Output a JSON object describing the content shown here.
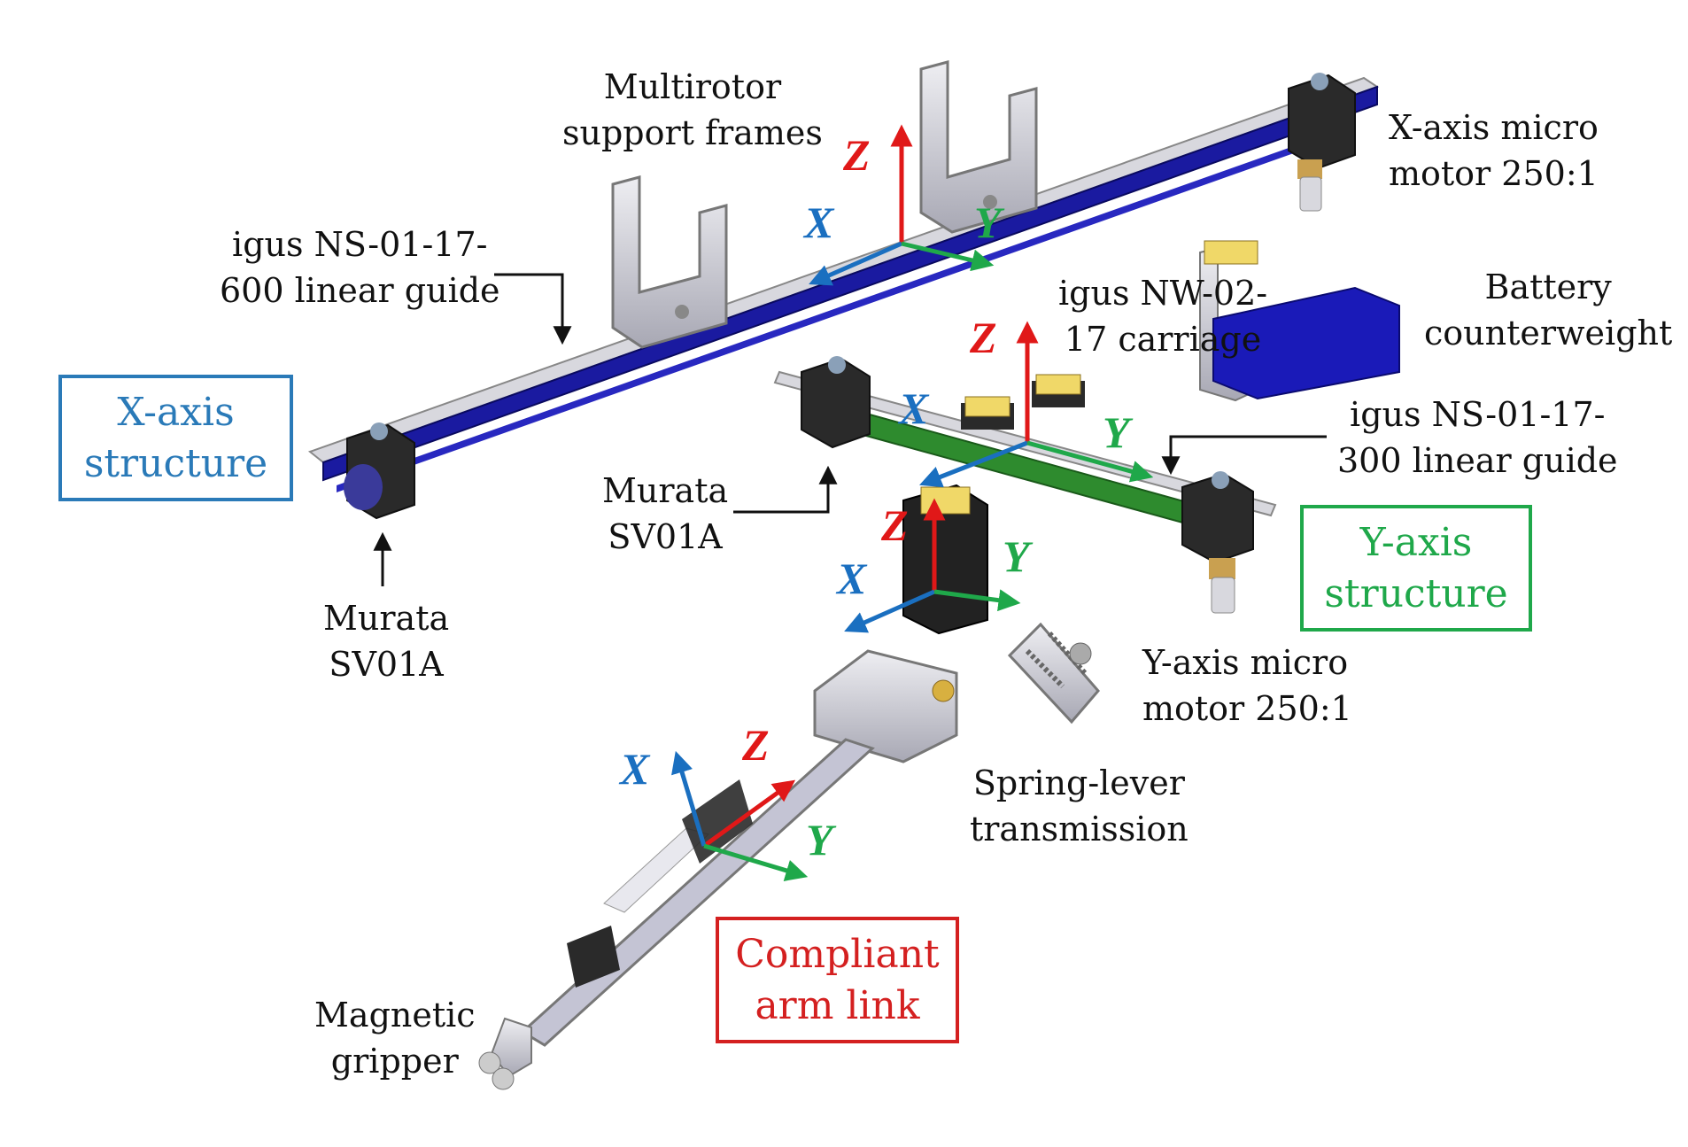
{
  "labels": {
    "multirotor": [
      "Multirotor",
      "support frames"
    ],
    "x_motor": [
      "X-axis micro",
      "motor 250:1"
    ],
    "guide600": [
      "igus NS-01-17-",
      "600 linear guide"
    ],
    "carriage": [
      "igus NW-02-",
      "17 carriage"
    ],
    "battery": [
      "Battery",
      "counterweight"
    ],
    "guide300": [
      "igus NS-01-17-",
      "300 linear guide"
    ],
    "murata_mid": [
      "Murata",
      "SV01A"
    ],
    "murata_left": [
      "Murata",
      "SV01A"
    ],
    "y_motor": [
      "Y-axis micro",
      "motor 250:1"
    ],
    "spring": [
      "Spring-lever",
      "transmission"
    ],
    "gripper": [
      "Magnetic",
      "gripper"
    ]
  },
  "boxes": {
    "x_structure": {
      "lines": [
        "X-axis",
        "structure"
      ],
      "color": "#2a7ab8"
    },
    "y_structure": {
      "lines": [
        "Y-axis",
        "structure"
      ],
      "color": "#1fa84a"
    },
    "arm_link": {
      "lines": [
        "Compliant",
        "arm link"
      ],
      "color": "#d42020"
    }
  },
  "axes": {
    "x": "X",
    "y": "Y",
    "z": "Z"
  },
  "colors": {
    "x_axis": "#1a6fc0",
    "y_axis": "#1fa84a",
    "z_axis": "#e01818",
    "rail_blue": "#1a1aa0",
    "rail_green": "#2e8b2e",
    "metal": "#c8c8d0",
    "dark": "#2a2a2a",
    "gold": "#e8d060"
  }
}
